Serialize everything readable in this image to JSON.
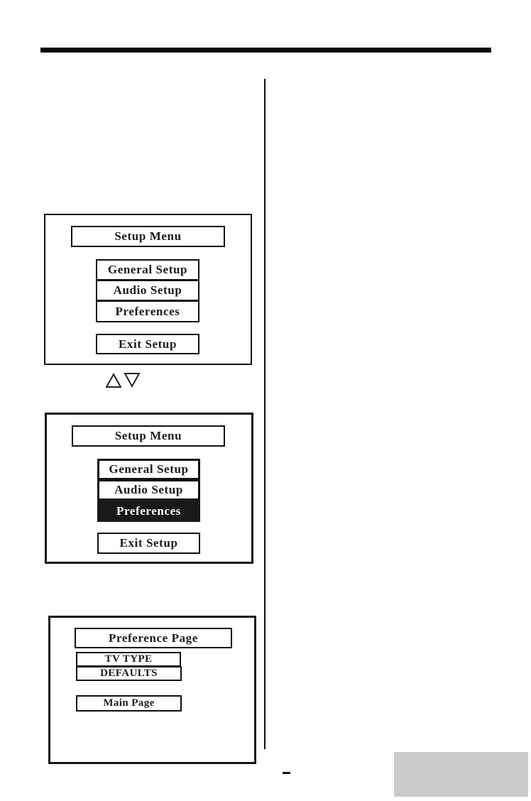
{
  "page": {
    "kind": "dvd-player-manual-setup-diagrams",
    "dash_mark": ""
  },
  "colors": {
    "ink": "#111111",
    "highlight_bg": "#191919",
    "highlight_text": "#ffffff",
    "corner_gray": "#cbcbcb"
  },
  "screen1": {
    "title": "Setup Menu",
    "items": [
      {
        "label": "General Setup",
        "highlighted": false
      },
      {
        "label": "Audio Setup",
        "highlighted": false
      },
      {
        "label": "Preferences",
        "highlighted": false
      }
    ],
    "exit_label": "Exit Setup"
  },
  "nav": {
    "up_icon": "triangle-up",
    "down_icon": "triangle-down"
  },
  "screen2": {
    "title": "Setup Menu",
    "items": [
      {
        "label": "General Setup",
        "highlighted": false
      },
      {
        "label": "Audio Setup",
        "highlighted": false
      },
      {
        "label": "Preferences",
        "highlighted": true
      }
    ],
    "exit_label": "Exit Setup"
  },
  "screen3": {
    "title": "Preference Page",
    "items": [
      {
        "label": "TV TYPE"
      },
      {
        "label": "DEFAULTS"
      }
    ],
    "main_label": "Main Page"
  }
}
